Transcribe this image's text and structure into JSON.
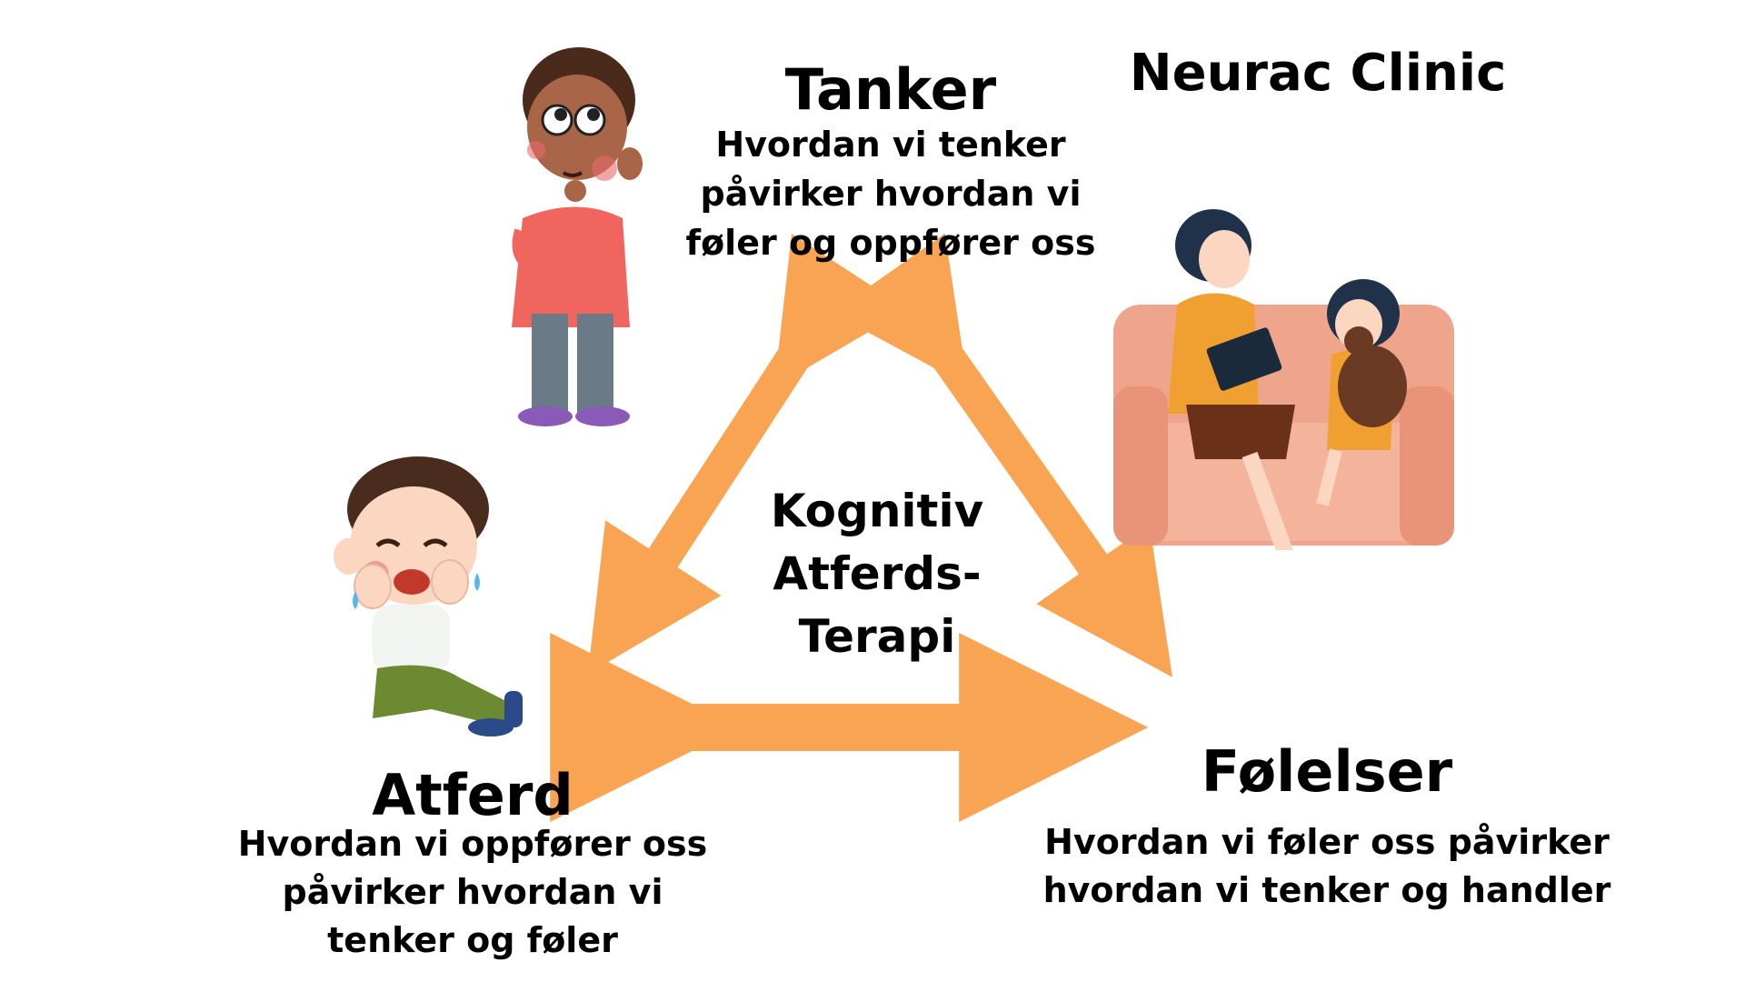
{
  "brand": "Neurac Clinic",
  "center": {
    "lines": [
      "Kognitiv",
      "Atferds-",
      "Terapi"
    ]
  },
  "nodes": {
    "tanker": {
      "title": "Tanker",
      "lines": [
        "Hvordan vi tenker",
        "påvirker hvordan vi",
        "føler og oppfører oss"
      ]
    },
    "atferd": {
      "title": "Atferd",
      "lines": [
        "Hvordan vi oppfører oss",
        "påvirker hvordan vi",
        "tenker og føler"
      ]
    },
    "folelser": {
      "title": "Følelser",
      "lines": [
        "Hvordan vi føler oss påvirker",
        "hvordan vi tenker og handler"
      ]
    }
  },
  "colors": {
    "arrow": "#f8a452",
    "text": "#000000"
  },
  "illustrations": [
    "thinking-boy",
    "crying-boy",
    "therapist-with-child"
  ]
}
